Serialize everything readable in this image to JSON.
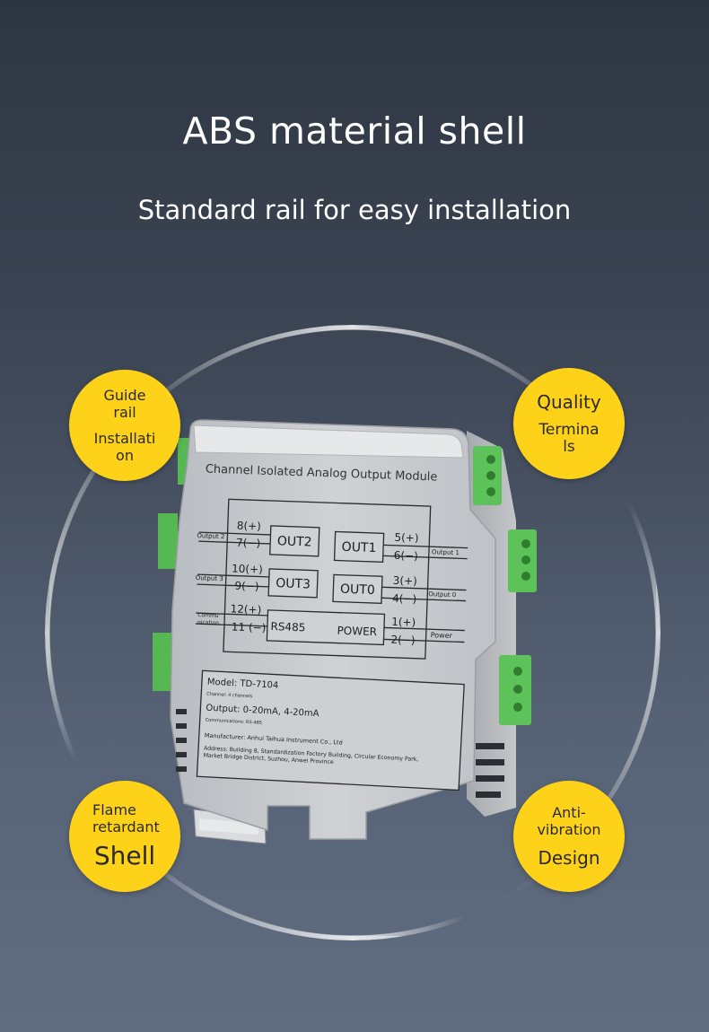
{
  "header": {
    "title": "ABS material shell",
    "subtitle": "Standard rail for easy installation"
  },
  "badges": {
    "top_left": {
      "line1": "Guide",
      "line2": "rail",
      "line3": "Installati",
      "line4": "on"
    },
    "top_right": {
      "line1": "Quality",
      "line2": "Termina",
      "line3": "ls"
    },
    "bottom_left": {
      "line1": "Flame",
      "line2": "retardant",
      "line3": "Shell"
    },
    "bottom_right": {
      "line1": "Anti-",
      "line2": "vibration",
      "line3": "Design"
    }
  },
  "device": {
    "header_text": "Channel Isolated Analog Output Module",
    "terminals": {
      "t8": "8(+)",
      "t7": "7(−)",
      "t10": "10(+)",
      "t9": "9(−)",
      "t12": "12(+)",
      "t11": "11 (−)",
      "t5": "5(+)",
      "t6": "6(−)",
      "t3": "3(+)",
      "t4": "4(−)",
      "t1": "1(+)",
      "t2": "2(−)"
    },
    "blocks": {
      "out2": "OUT2",
      "out1": "OUT1",
      "out3": "OUT3",
      "out0": "OUT0",
      "rs485": "RS485",
      "power": "POWER"
    },
    "side_labels": {
      "output2": "Output 2",
      "output3": "Output 3",
      "commu": "Commu",
      "nication": "nication",
      "output1": "Output 1",
      "output0": "Output 0",
      "power": "Power"
    },
    "info": {
      "model": "Model: TD-7104",
      "channel": "Channel: 4 channels",
      "output": "Output: 0-20mA, 4-20mA",
      "communications": "Communications: RS-485",
      "manufacturer": "Manufacturer: Anhui Taihua Instrument Co., Ltd",
      "address1": "Address: Building 8, Standardization Factory Building, Circular Economy Park,",
      "address2": "Market Bridge District, Suzhou, Anwei Province"
    }
  },
  "colors": {
    "badge": "#ffd21a",
    "shell": "#c9cbce",
    "terminal_green": "#5cc05a",
    "text_white": "#ffffff"
  }
}
